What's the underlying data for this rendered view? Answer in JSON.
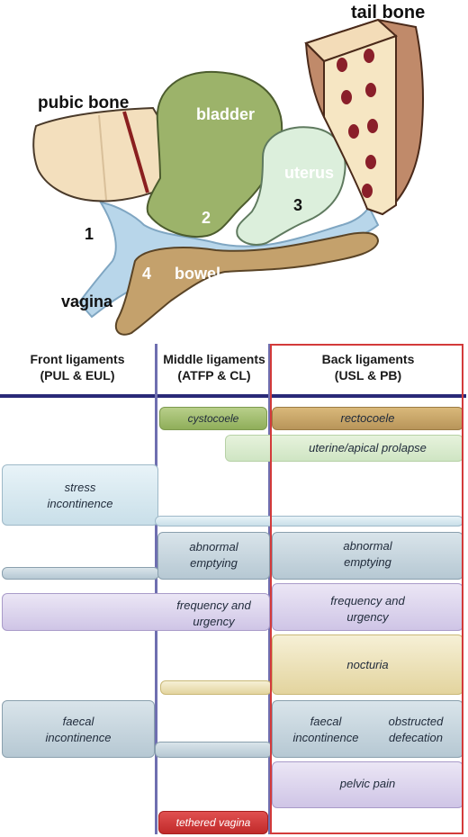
{
  "anatomy": {
    "labels": {
      "tail_bone": "tail bone",
      "pubic_bone": "pubic bone",
      "bladder": "bladder",
      "uterus": "uterus",
      "bowel": "bowel",
      "vagina": "vagina",
      "zone_1": "1",
      "zone_2": "2",
      "zone_3": "3",
      "zone_4": "4"
    }
  },
  "columns": {
    "front": {
      "title": "Front ligaments",
      "subtitle": "(PUL & EUL)"
    },
    "middle": {
      "title": "Middle ligaments",
      "subtitle": "(ATFP & CL)"
    },
    "back": {
      "title": "Back ligaments",
      "subtitle": "(USL & PB)"
    }
  },
  "rows": {
    "cystocoele": "cystocoele",
    "rectocoele": "rectocoele",
    "uterine_apical_prolapse": "uterine/apical prolapse",
    "stress_incontinence_line1": "stress",
    "stress_incontinence_line2": "incontinence",
    "abnormal_emptying_mid_line1": "abnormal",
    "abnormal_emptying_mid_line2": "emptying",
    "abnormal_emptying_back_line1": "abnormal",
    "abnormal_emptying_back_line2": "emptying",
    "frequency_mid_line1": "frequency and",
    "frequency_mid_line2": "urgency",
    "frequency_back_line1": "frequency and",
    "frequency_back_line2": "urgency",
    "nocturia": "nocturia",
    "faecal_front_line1": "faecal",
    "faecal_front_line2": "incontinence",
    "faecal_back_line1": "faecal",
    "faecal_back_line2": "incontinence",
    "obstructed_line1": "obstructed",
    "obstructed_line2": "defecation",
    "pelvic_pain": "pelvic pain",
    "tethered_vagina": "tethered vagina"
  }
}
